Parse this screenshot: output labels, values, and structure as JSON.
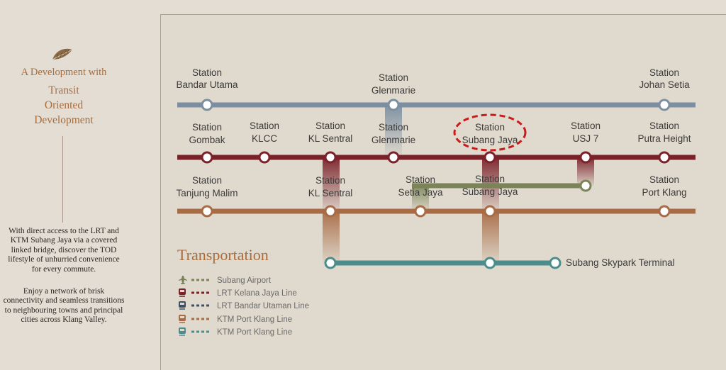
{
  "left_panel": {
    "heading_line1": "A Development with",
    "heading_line2": "Transit",
    "heading_line3": "Oriented",
    "heading_line4": "Development",
    "para1": "With direct access to the LRT and KTM Subang Jaya via a  covered linked bridge, discover the TOD lifestyle of unhurried convenience for every commute.",
    "para2": "Enjoy a network of brisk connectivity and seamless transitions to neighbouring towns and principal cities across Klang Valley."
  },
  "map": {
    "colors": {
      "bandar_utama_line": "#7b8fa1",
      "kelana_jaya_line": "#7a2129",
      "ktm_port_klang_line": "#a86b45",
      "airport_line": "#7a8458",
      "skypark_line": "#4c8c8c",
      "highlight": "#cc1a1a"
    },
    "stations": {
      "s1": {
        "l1": "Station",
        "l2": "Bandar Utama"
      },
      "s2": {
        "l1": "Station",
        "l2": "Glenmarie"
      },
      "s3": {
        "l1": "Station",
        "l2": "Johan Setia"
      },
      "s4": {
        "l1": "Station",
        "l2": "Gombak"
      },
      "s5": {
        "l1": "Station",
        "l2": "KLCC"
      },
      "s6": {
        "l1": "Station",
        "l2": "KL Sentral"
      },
      "s7": {
        "l1": "Station",
        "l2": "Glenmarie"
      },
      "s8": {
        "l1": "Station",
        "l2": "Subang Jaya"
      },
      "s9": {
        "l1": "Station",
        "l2": "USJ 7"
      },
      "s10": {
        "l1": "Station",
        "l2": "Putra Height"
      },
      "s11": {
        "l1": "Station",
        "l2": "Tanjung Malim"
      },
      "s12": {
        "l1": "Station",
        "l2": "KL Sentral"
      },
      "s13": {
        "l1": "Station",
        "l2": "Setia Jaya"
      },
      "s14": {
        "l1": "Station",
        "l2": "Subang Jaya"
      },
      "s15": {
        "l1": "Station",
        "l2": "Port Klang"
      }
    },
    "terminal_label": "Subang Skypark Terminal"
  },
  "legend": {
    "title": "Transportation",
    "items": [
      {
        "label": "Subang Airport",
        "icon": "airplane-icon",
        "color": "#7a8458"
      },
      {
        "label": "LRT Kelana Jaya Line",
        "icon": "train-icon",
        "color": "#7a2129"
      },
      {
        "label": "LRT Bandar Utaman Line",
        "icon": "train-icon",
        "color": "#3d4f66"
      },
      {
        "label": "KTM Port Klang Line",
        "icon": "train-icon",
        "color": "#a86b45"
      },
      {
        "label": "KTM Port Klang Line",
        "icon": "train-icon",
        "color": "#4c8c8c"
      }
    ]
  }
}
